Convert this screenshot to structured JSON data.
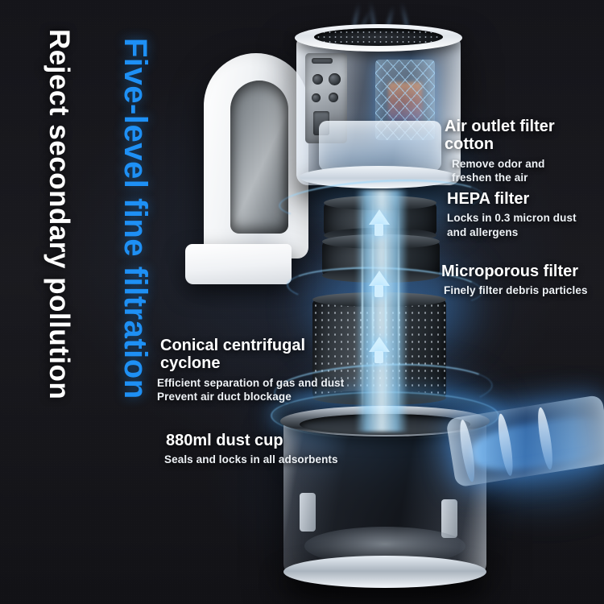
{
  "meta": {
    "background_color": "#17171b",
    "accent_blue": "#1e90f5",
    "glow_blue": "#82cfff",
    "text_white": "#ffffff"
  },
  "vertical_headings": {
    "secondary": "Reject secondary pollution",
    "primary": "Five-level fine filtration"
  },
  "callouts": [
    {
      "title": "Air outlet filter cotton",
      "description": "Remove odor and\nfreshen the air"
    },
    {
      "title": "HEPA filter",
      "description": "Locks in 0.3 micron dust\nand allergens"
    },
    {
      "title": "Microporous filter",
      "description": "Finely filter debris particles"
    },
    {
      "title": "Conical centrifugal\ncyclone",
      "description": "Efficient separation of gas and dust\nPrevent air duct blockage"
    },
    {
      "title": "880ml dust cup",
      "description": "Seals and locks in all adsorbents"
    }
  ],
  "product": {
    "name": "handheld-vacuum-exploded-view",
    "parts": [
      "top-vent-grille",
      "transparent-motor-housing",
      "internal-control-panel",
      "cyclone-cage",
      "loop-handle",
      "battery-base",
      "air-outlet-filter-cotton-disc",
      "hepa-filter-cylinder",
      "microporous-filter-cylinder",
      "conical-centrifugal-cyclone-cylinder",
      "dust-cup",
      "intake-nozzle"
    ]
  }
}
